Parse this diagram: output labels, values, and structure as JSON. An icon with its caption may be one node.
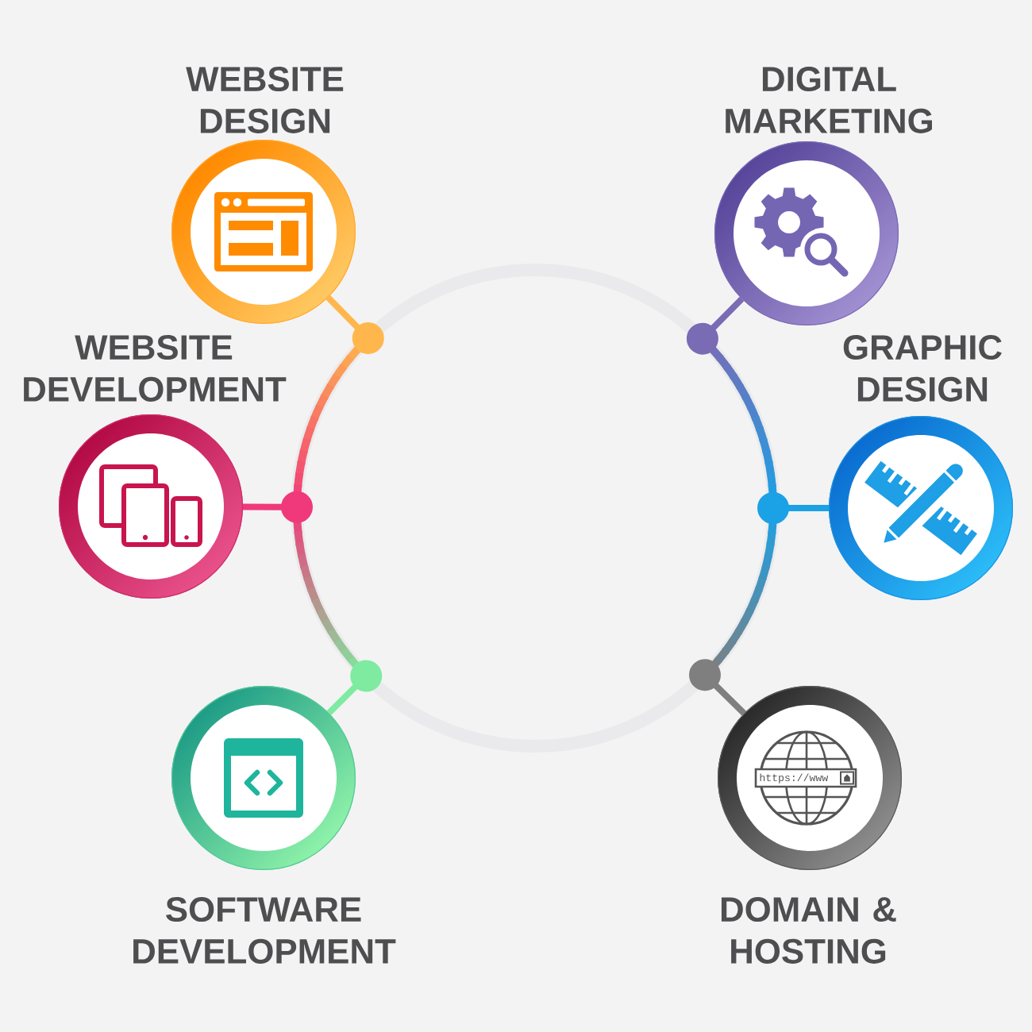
{
  "diagram": {
    "nodes": [
      {
        "text": [
          "WEBSITE DESIGN"
        ]
      },
      {
        "text": [
          "DIGITAL MARKETING"
        ]
      },
      {
        "text": [
          "WEBSITE DEVELOPMENT"
        ]
      },
      {
        "text": [
          "GRAPHIC DESIGN"
        ]
      },
      {
        "text": [
          "SOFTWARE DEVELOPMENT"
        ]
      },
      {
        "text": [
          "DOMAIN & HOSTING"
        ]
      },
      {
        "text": [],
        "shape": "circle"
      }
    ],
    "edges": [
      {
        "from": 0,
        "to": 6,
        "arrow": "other",
        "color": "#ffb74d"
      },
      {
        "from": 1,
        "to": 6,
        "arrow": "other",
        "color": "#7a6bb5"
      },
      {
        "from": 2,
        "to": 6,
        "arrow": "other",
        "color": "#f0397a"
      },
      {
        "from": 3,
        "to": 6,
        "arrow": "other",
        "color": "#1ba1e6"
      },
      {
        "from": 4,
        "to": 6,
        "arrow": "other",
        "color": "#7eeba0"
      },
      {
        "from": 5,
        "to": 6,
        "arrow": "other",
        "color": "#7f7f7f"
      }
    ],
    "labels": [
      "https://www"
    ]
  }
}
